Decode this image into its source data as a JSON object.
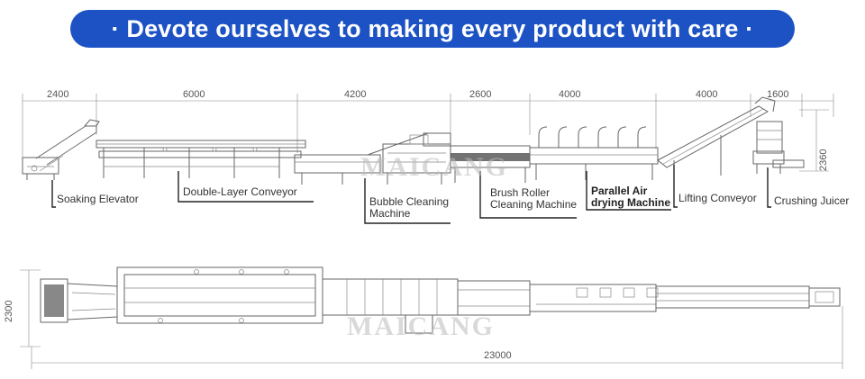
{
  "banner": {
    "text": "· Devote ourselves to making every product with care ·",
    "color": "#1c52c4"
  },
  "side_view": {
    "dimensions": [
      "2400",
      "6000",
      "4200",
      "2600",
      "4000",
      "4000",
      "1600"
    ],
    "height_dimension": "2360",
    "machines": [
      {
        "label": "Soaking Elevator"
      },
      {
        "label": "Double-Layer Conveyor"
      },
      {
        "label_lines": [
          "Bubble Cleaning",
          "Machine"
        ]
      },
      {
        "label_lines": [
          "Brush Roller",
          "Cleaning Machine"
        ]
      },
      {
        "label_lines": [
          "Parallel Air",
          "drying Machine"
        ]
      },
      {
        "label": "Lifting Conveyor"
      },
      {
        "label": "Crushing Juicer"
      }
    ]
  },
  "top_view": {
    "width_dimension": "2300",
    "length_dimension": "23000"
  },
  "watermark": "MAICANG"
}
